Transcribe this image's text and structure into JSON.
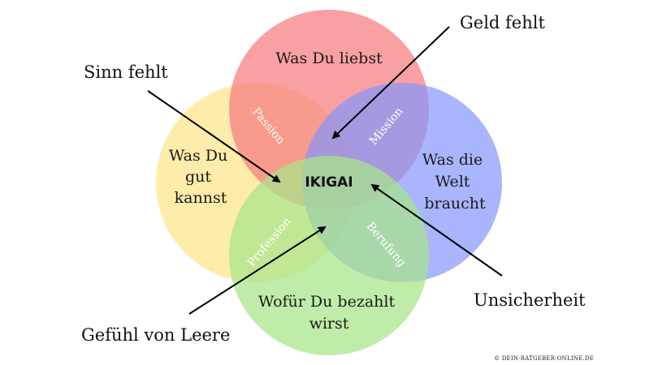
{
  "colors": {
    "love": "#f77b80",
    "good_at": "#fde58a",
    "world_needs": "#8596fb",
    "paid_for": "#a8e489",
    "arrow": "#000000"
  },
  "circles": {
    "love": {
      "label": "Was Du liebst"
    },
    "good_at": {
      "label_lines": [
        "Was Du",
        "gut",
        "kannst"
      ]
    },
    "world_needs": {
      "label_lines": [
        "Was die",
        "Welt",
        "braucht"
      ]
    },
    "paid_for": {
      "label_lines": [
        "Wofür Du bezahlt",
        "wirst"
      ]
    }
  },
  "overlaps": {
    "passion": "Passion",
    "mission": "Mission",
    "profession": "Profession",
    "berufung": "Berufung"
  },
  "center": "IKIGAI",
  "callouts": {
    "sinn_fehlt": "Sinn fehlt",
    "geld_fehlt": "Geld fehlt",
    "unsicherheit": "Unsicherheit",
    "leere": "Gefühl von Leere"
  },
  "copyright": "© DEIN-RATGEBER-ONLINE.DE"
}
